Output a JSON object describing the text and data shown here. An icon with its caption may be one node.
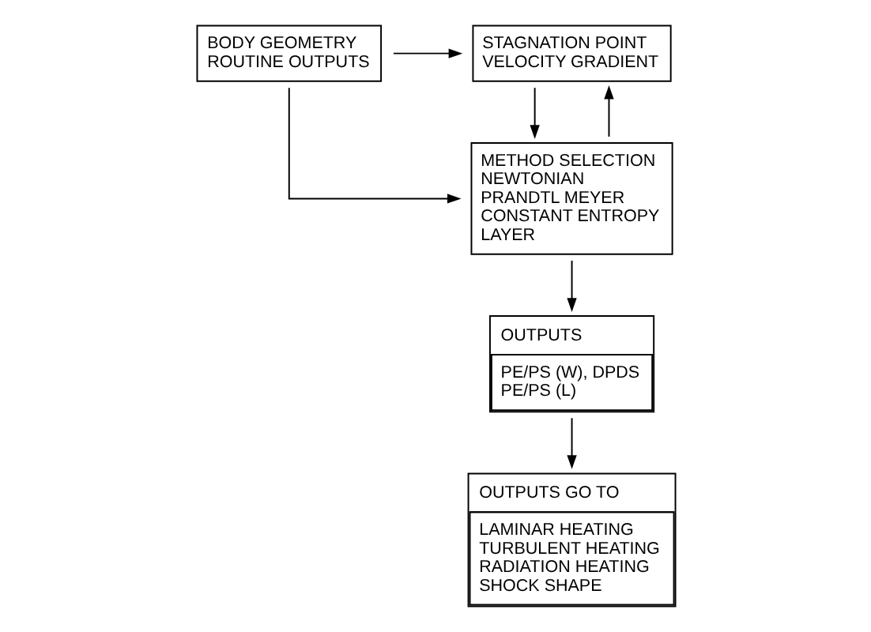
{
  "diagram": {
    "nodes": [
      {
        "text": [
          "BODY GEOMETRY ROUTINE OUTPUTS"
        ]
      },
      {
        "text": [
          "STAGNATION POINT VELOCITY GRADIENT"
        ]
      },
      {
        "text": [
          "METHOD SELECTION",
          "NEWTONIAN PRANDTL MEYER CONSTANT ENTROPY LAYER"
        ]
      },
      {
        "text": [
          "OUTPUTS",
          "PE/PS (W), DPDS PE/PS (L)"
        ]
      },
      {
        "text": [
          "OUTPUTS GO TO",
          "LAMINAR HEATING TURBULENT HEATING RADIATION HEATING SHOCK SHAPE"
        ]
      }
    ],
    "edges": [
      {
        "from": 0,
        "to": 1,
        "arrow": "to"
      },
      {
        "from": 0,
        "to": 2,
        "arrow": "to"
      },
      {
        "from": 2,
        "to": 1,
        "arrow": "to"
      },
      {
        "from": 1,
        "to": 2,
        "arrow": "to"
      },
      {
        "from": 2,
        "to": 3,
        "arrow": "to"
      },
      {
        "from": 3,
        "to": 4,
        "arrow": "to"
      }
    ]
  }
}
